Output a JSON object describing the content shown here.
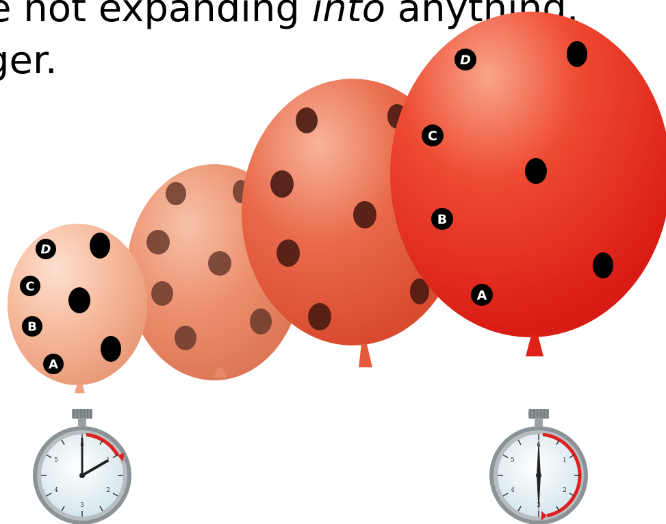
{
  "caption": {
    "line1_pre": "e not expanding ",
    "line1_em": "into",
    "line1_post": " anything.",
    "line2": "ger."
  },
  "balloons": [
    {
      "name": "balloon-small",
      "labels": [
        "D",
        "C",
        "B",
        "A"
      ]
    },
    {
      "name": "balloon-medium",
      "labels": []
    },
    {
      "name": "balloon-large",
      "labels": []
    },
    {
      "name": "balloon-largest",
      "labels": [
        "D",
        "C",
        "B",
        "A"
      ]
    }
  ],
  "clocks": [
    {
      "name": "stopwatch-start",
      "numbers": [
        "6",
        "1",
        "2",
        "3",
        "4",
        "5"
      ]
    },
    {
      "name": "stopwatch-end",
      "numbers": [
        "6",
        "1",
        "2",
        "3",
        "4",
        "5"
      ]
    }
  ],
  "colors": {
    "balloon_1": "#f6b89a",
    "balloon_2": "#ec8f6e",
    "balloon_3": "#e9694a",
    "balloon_4": "#e8291f",
    "dots": "#000000",
    "clock_rim": "#8c9396",
    "clock_face": "#e8f3f6",
    "arc": "#e01f1f"
  }
}
